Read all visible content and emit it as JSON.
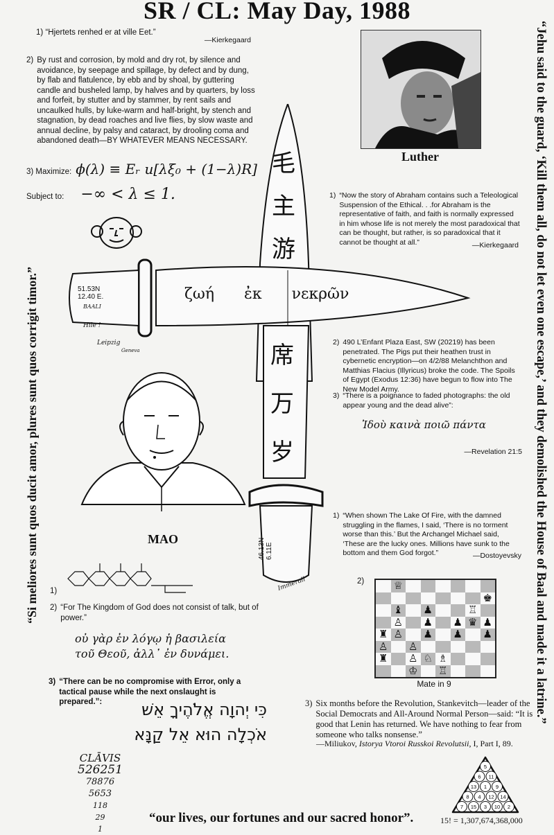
{
  "title": "SR / CL: May Day, 1988",
  "right_vertical": "“Jehu said to the guard, ‘Kill them all, do not let even one escape,’ and they demolished the House of Baal and made it a latrine.”",
  "left_vertical": "“Si meliores sunt quos ducit amor, plures sunt quos corrigit timor.”",
  "quote1": {
    "num": "1)",
    "text": "“Hjertets renhed er at ville Eet.”",
    "attr": "—Kierkegaard"
  },
  "quote2": {
    "num": "2)",
    "text": "By rust and corrosion, by mold and dry rot, by silence and avoidance, by seepage and spillage, by defect and by dung, by flab and flatulence, by ebb and by shoal, by guttering candle and busheled lamp, by halves and by quarters, by loss and forfeit, by stutter and by stammer, by rent sails and uncaulked hulls, by luke-warm and half-bright, by stench and stagnation, by dead roaches and live flies, by slow waste and annual decline, by palsy and cataract, by drooling coma and abandoned death—BY WHATEVER MEANS NECESSARY."
  },
  "maximize": {
    "label": "3) Maximize:",
    "formula": "ϕ(λ) ≡ Eᵣ u[λξ₀ + (1−λ)R]"
  },
  "subject": {
    "label": "Subject to:",
    "formula": "−∞ < λ ≤ 1."
  },
  "luther_caption": "Luther",
  "quote_abraham": {
    "num": "1)",
    "text": "“Now the story of Abraham contains such a Teleological Suspension of the Ethical. . .for Abraham is the representative of faith, and faith is normally expressed in him whose life is not merely the most paradoxical that can be thought, but rather, is so paradoxical that it cannot be thought at all.”",
    "attr": "—Kierkegaard"
  },
  "knife": {
    "handle_coords": "51.53N\n12.40 E.",
    "greek": "ζωή   ἐκ   νεκρῶν",
    "top_chars": [
      "毛",
      "主",
      "游"
    ],
    "bottom_chars": [
      "席",
      "万",
      "岁"
    ],
    "blade_coords": "46.13N\n6.11E",
    "scrawl_1": "BAALI",
    "scrawl_2": "Hile !",
    "scrawl_3": "Leipzig",
    "scrawl_4": "Geneva",
    "scrawl_5": "Immerall"
  },
  "quote_enfant": {
    "num": "2)",
    "text": "490 L’Enfant Plaza East, SW (20219) has been penetrated. The Pigs put their heathen trust in cybernetic encryption—on 4/2/88 Melanchthon and Matthias Flacius (Illyricus) broke the code. The Spoils of Egypt (Exodus 12:36) have begun to flow into The New Model Army."
  },
  "quote_poignance": {
    "num": "3)",
    "text": "“There is a poignance to faded photographs: the old appear young and the dead alive”:",
    "greek": "Ἰδοὺ καινὰ ποιῶ πάντα",
    "attr": "—Revelation 21:5"
  },
  "mao_caption": "MAO",
  "quote_lake": {
    "num": "1)",
    "text": "“When shown The Lake Of Fire, with the damned struggling in the flames, I said, ‘There is no torment worse than this.’ But the Archangel Michael said, ‘These are the lucky ones. Millions have sunk to the bottom and them God forgot.”",
    "attr": "—Dostoyevsky"
  },
  "chem": {
    "num": "1)"
  },
  "chess": {
    "num": "2)",
    "caption": "Mate in 9"
  },
  "quote_kingdom": {
    "num": "2)",
    "text": "“For The Kingdom of God does not consist of talk, but of power.”",
    "greek_1": "οὐ γὰρ ἐν λόγῳ ἡ βασιλεία",
    "greek_2": "τοῦ Θεοῦ, ἀλλ᾽ ἐν δυνάμει."
  },
  "quote_compromise": {
    "num": "3)",
    "text": "“There can be no compromise with Error, only a tactical pause while the next onslaught is prepared.”:",
    "hebrew_1": "כִּי יְהוָה אֱלֹהֶיךָ אֵשׁ",
    "hebrew_2": "אֹכְלָה הוּא אֵל קַנָּא"
  },
  "quote_lenin": {
    "num": "3)",
    "text": "Six months before the Revolution, Stankevitch—leader of the Social Democrats and All-Around Normal Person—said: “It is good that Lenin has returned. We have nothing to fear from someone who talks nonsense.”",
    "attr_pre": "—Miliukov, ",
    "attr_title": "Istorya Vtoroi Russkoi Revolutsii",
    "attr_post": ", I, Part I, 89."
  },
  "clavis": {
    "label": "CLĀVIS",
    "rows": [
      "526251",
      "78876",
      "5653",
      "118",
      "29",
      "1"
    ]
  },
  "footer": "“our lives, our fortunes and our sacred honor”.",
  "factorial": "15! = 1,307,674,368,000",
  "triangle": {
    "rows": [
      [
        "5"
      ],
      [
        "6",
        "11"
      ],
      [
        "13",
        "1",
        "9"
      ],
      [
        "8",
        "4",
        "12",
        "14"
      ],
      [
        "7",
        "15",
        "3",
        "10",
        "2"
      ]
    ]
  },
  "chess_position": [
    [
      "",
      "♕",
      "",
      "",
      "",
      "",
      "",
      ""
    ],
    [
      "",
      "",
      "",
      "",
      "",
      "",
      "",
      "♚"
    ],
    [
      "",
      "♝",
      "",
      "♟",
      "",
      "",
      "♖",
      ""
    ],
    [
      "",
      "♙",
      "",
      "♟",
      "",
      "♟",
      "♛",
      "♟"
    ],
    [
      "♜",
      "♙",
      "",
      "♟",
      "",
      "♟",
      "",
      "♟"
    ],
    [
      "♙",
      "",
      "♙",
      "",
      "",
      "",
      "",
      ""
    ],
    [
      "♜",
      "",
      "♙",
      "♘",
      "♗",
      "",
      "",
      ""
    ],
    [
      "",
      "",
      "♔",
      "",
      "♖",
      "",
      "",
      ""
    ]
  ]
}
